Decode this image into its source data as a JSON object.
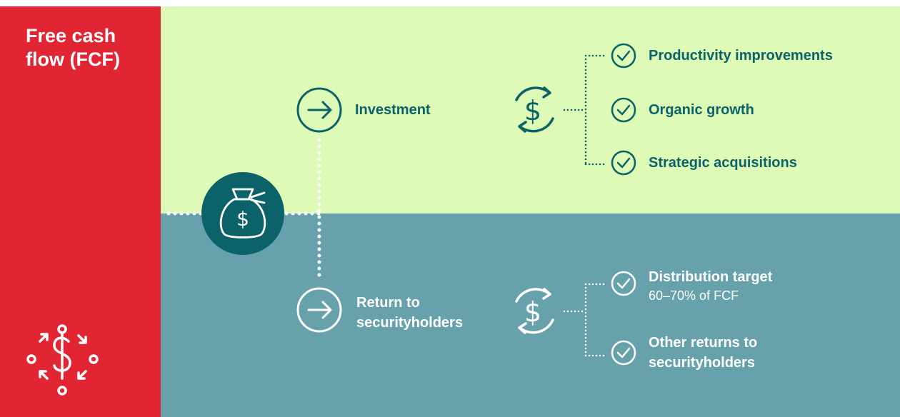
{
  "sidebar": {
    "title": "Free cash flow (FCF)",
    "icon": "cash-flow-arrows-icon"
  },
  "colors": {
    "sidebar": "#e12533",
    "top_panel": "#ddfbb7",
    "bottom_panel": "#67a1ab",
    "dark_teal": "#0b6269",
    "white": "#ffffff"
  },
  "center": {
    "icon": "money-bag-icon"
  },
  "investment": {
    "label": "Investment",
    "items": [
      "Productivity improvements",
      "Organic growth",
      "Strategic acquisitions"
    ]
  },
  "returns": {
    "label_line1": "Return to",
    "label_line2": "securityholders",
    "items": [
      {
        "title": "Distribution target",
        "detail": "60–70% of FCF"
      },
      {
        "title_line1": "Other returns to",
        "title_line2": "securityholders"
      }
    ]
  }
}
